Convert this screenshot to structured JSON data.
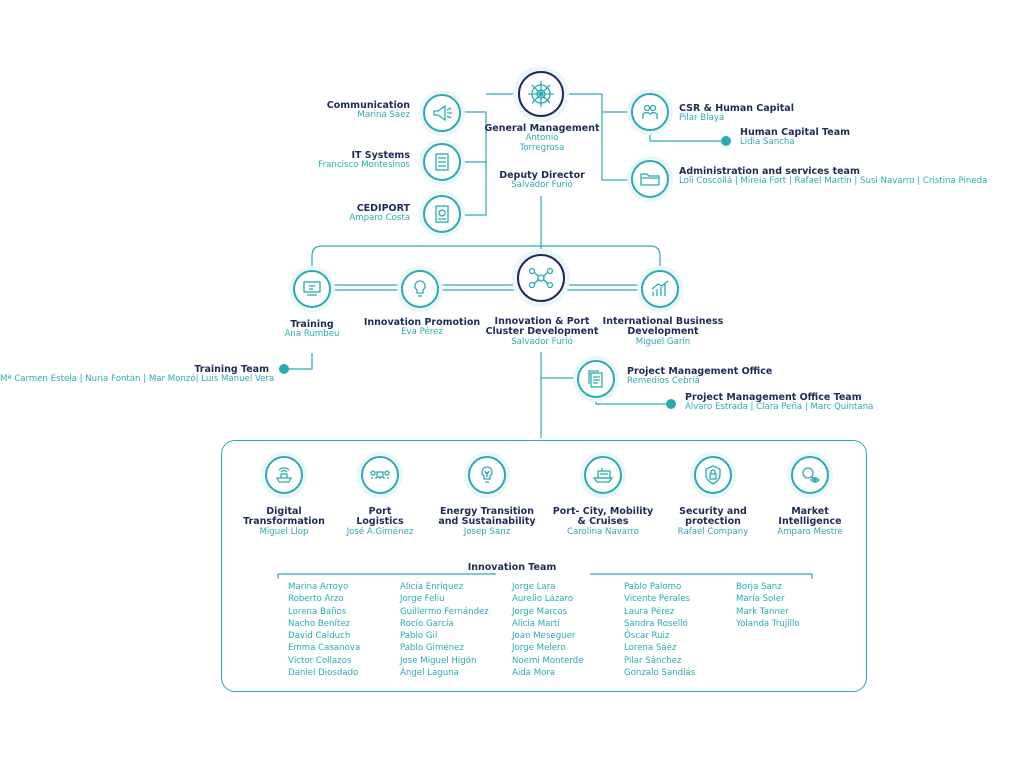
{
  "colors": {
    "teal": "#2aaab5",
    "navy": "#1e2c55",
    "halo": "#eaf6f7"
  },
  "top": {
    "general": {
      "title": "General Management",
      "names": [
        "Antonio",
        "Torregrosa"
      ],
      "icon": "helm-icon"
    },
    "deputy": {
      "title": "Deputy Director",
      "name": "Salvador Furió"
    },
    "communication": {
      "title": "Communication",
      "name": "Marina Sáez",
      "icon": "megaphone-icon"
    },
    "it": {
      "title": "IT Systems",
      "name": "Francisco Montesinos",
      "icon": "server-icon"
    },
    "cediport": {
      "title": "CEDIPORT",
      "name": "Amparo Costa",
      "icon": "document-icon"
    },
    "csr": {
      "title": "CSR & Human Capital",
      "name": "Pilar Blaya",
      "icon": "people-icon"
    },
    "human_team": {
      "title": "Human Capital Team",
      "name": "Lidia Sancha"
    },
    "admin": {
      "title": "Administration and services team",
      "name": "Loli Coscollá  | Mireia Fort  | Rafael Martín | Susi Navarro | Cristina Pineda",
      "icon": "folder-icon"
    }
  },
  "middle": {
    "training": {
      "title": "Training",
      "name": "Ana Rumbeu",
      "icon": "presentation-icon"
    },
    "training_team": {
      "title": "Training Team",
      "name": "Mª Carmen Estela | Nuria Fontán | Mar Monzó| Luis Manuel Vera"
    },
    "innovation_promotion": {
      "title": "Innovation Promotion",
      "name": "Eva Pérez",
      "icon": "lightbulb-icon"
    },
    "cluster": {
      "title_lines": [
        "Innovation & Port",
        "Cluster Development"
      ],
      "name": "Salvador Furió",
      "icon": "network-icon"
    },
    "international": {
      "title_lines": [
        "International Business",
        "Development"
      ],
      "name": "Miguel Garín",
      "icon": "growth-chart-icon"
    },
    "pmo": {
      "title": "Project Management Office",
      "name": "Remedios Cebriá",
      "icon": "documents-icon"
    },
    "pmo_team": {
      "title": "Project Management Office Team",
      "name": "Álvaro Estrada | Clara Peña | Marc Quintana"
    }
  },
  "areas": [
    {
      "title_lines": [
        "Digital",
        "Transformation"
      ],
      "name": "Miguel Llop",
      "icon": "digital-ship-icon"
    },
    {
      "title_lines": [
        "Port",
        "Logistics"
      ],
      "name": "José A.Giménez",
      "icon": "route-icon"
    },
    {
      "title_lines": [
        "Energy Transition",
        "and Sustainability"
      ],
      "name": "Josep Sanz",
      "icon": "eco-bulb-icon"
    },
    {
      "title_lines": [
        "Port- City, Mobility",
        "& Cruises"
      ],
      "name": "Carolina Navarro",
      "icon": "cruise-ship-icon"
    },
    {
      "title_lines": [
        "Security and",
        "protection"
      ],
      "name": "Rafael Company",
      "icon": "shield-lock-icon"
    },
    {
      "title_lines": [
        "Market",
        "Intelligence"
      ],
      "name": "Amparo Mestre",
      "icon": "magnifier-eye-icon"
    }
  ],
  "innovation_team": {
    "title": "Innovation Team",
    "columns": [
      [
        "Marina Arroyo",
        "Roberto Arzo",
        "Lorena Baños",
        "Nacho Benítez",
        "David Calduch",
        "Emma Casanova",
        "Víctor Collazos",
        "Daniel Diosdado"
      ],
      [
        "Alicia Enríquez",
        "Jorge Feliu",
        "Guillermo Fernández",
        "Rocío García",
        "Pablo Gil",
        "Pablo Giménez",
        "Jose Miguel Higón",
        "Ángel Laguna"
      ],
      [
        "Jorge Lara",
        "Aurelio Lázaro",
        "Jorge Marcos",
        "Alicia Martí",
        "Joan Meseguer",
        "Jorge Melero",
        "Noemi Monterde",
        "Aida Mora"
      ],
      [
        "Pablo Palomo",
        "Vicente Perales",
        "Laura Pérez",
        "Sandra Roselló",
        "Óscar Ruiz",
        "Lorena Sáez",
        "Pilar Sánchez",
        "Gonzalo Sandiás"
      ],
      [
        "Borja Sanz",
        "María Soler",
        "Mark Tanner",
        "Yolanda Trujillo"
      ]
    ]
  }
}
